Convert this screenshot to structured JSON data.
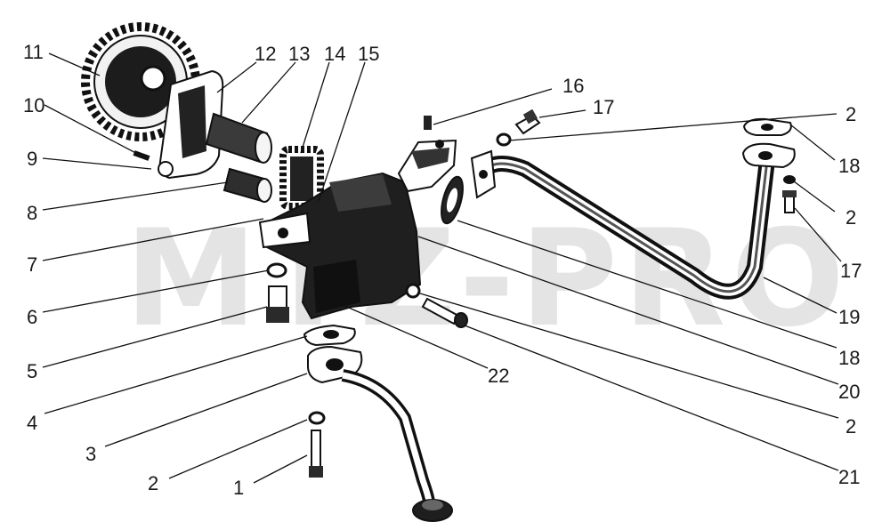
{
  "diagram": {
    "watermark": "MTZ-PRO",
    "callouts": [
      {
        "id": "c1",
        "text": "1"
      },
      {
        "id": "c2a",
        "text": "2"
      },
      {
        "id": "c3",
        "text": "3"
      },
      {
        "id": "c4",
        "text": "4"
      },
      {
        "id": "c5",
        "text": "5"
      },
      {
        "id": "c6",
        "text": "6"
      },
      {
        "id": "c7",
        "text": "7"
      },
      {
        "id": "c8",
        "text": "8"
      },
      {
        "id": "c9",
        "text": "9"
      },
      {
        "id": "c10",
        "text": "10"
      },
      {
        "id": "c11",
        "text": "11"
      },
      {
        "id": "c12",
        "text": "12"
      },
      {
        "id": "c13",
        "text": "13"
      },
      {
        "id": "c14",
        "text": "14"
      },
      {
        "id": "c15",
        "text": "15"
      },
      {
        "id": "c16",
        "text": "16"
      },
      {
        "id": "c17a",
        "text": "17"
      },
      {
        "id": "c2b",
        "text": "2"
      },
      {
        "id": "c18a",
        "text": "18"
      },
      {
        "id": "c2c",
        "text": "2"
      },
      {
        "id": "c17b",
        "text": "17"
      },
      {
        "id": "c19",
        "text": "19"
      },
      {
        "id": "c18b",
        "text": "18"
      },
      {
        "id": "c20",
        "text": "20"
      },
      {
        "id": "c2d",
        "text": "2"
      },
      {
        "id": "c21",
        "text": "21"
      },
      {
        "id": "c22",
        "text": "22"
      }
    ]
  }
}
